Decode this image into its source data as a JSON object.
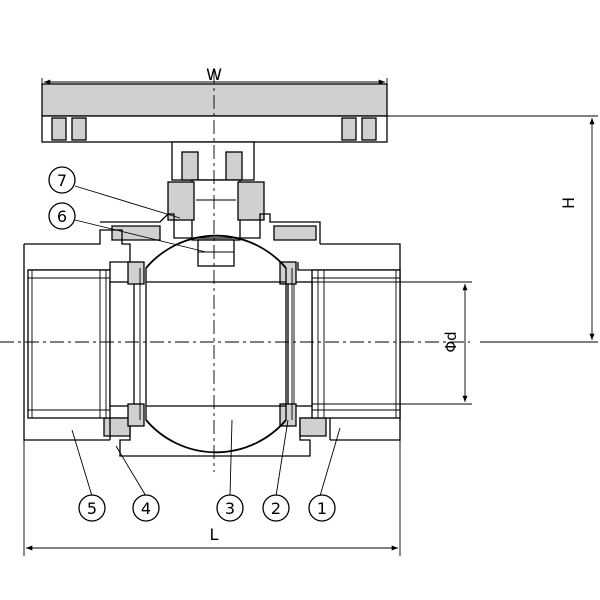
{
  "dimensions": {
    "width_label": "W",
    "height_label": "H",
    "bore_label": "Φd",
    "length_label": "L"
  },
  "callouts": [
    {
      "id": "c1",
      "label": "1"
    },
    {
      "id": "c2",
      "label": "2"
    },
    {
      "id": "c3",
      "label": "3"
    },
    {
      "id": "c4",
      "label": "4"
    },
    {
      "id": "c5",
      "label": "5"
    },
    {
      "id": "c6",
      "label": "6"
    },
    {
      "id": "c7",
      "label": "7"
    }
  ]
}
